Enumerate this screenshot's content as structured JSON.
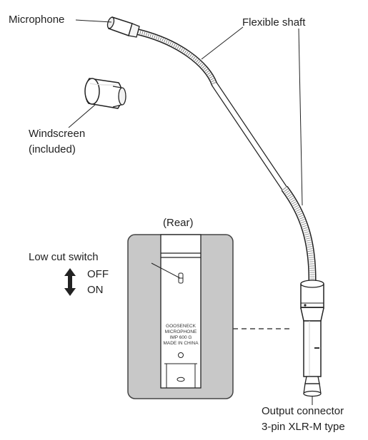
{
  "labels": {
    "microphone": "Microphone",
    "flexible_shaft": "Flexible shaft",
    "windscreen_line1": "Windscreen",
    "windscreen_line2": "(included)",
    "rear": "(Rear)",
    "low_cut_switch": "Low cut switch",
    "off": "OFF",
    "on": "ON",
    "output_connector_line1": "Output connector",
    "output_connector_line2": "3-pin XLR-M type"
  },
  "body_print": {
    "line1": "GOOSENECK",
    "line2": "MICROPHONE",
    "line3": "IMP 600 G",
    "line4": "MADE IN CHINA"
  }
}
